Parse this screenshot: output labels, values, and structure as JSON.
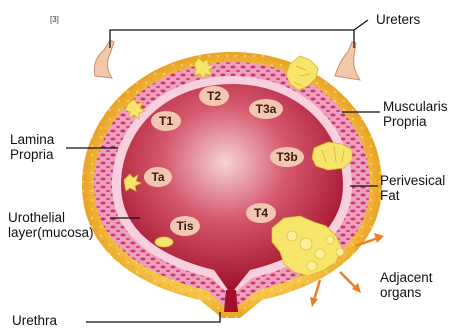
{
  "reference": "[3]",
  "stages": {
    "t1": "T1",
    "t2": "T2",
    "t3a": "T3a",
    "t3b": "T3b",
    "ta": "Ta",
    "t4": "T4",
    "tis": "Tis"
  },
  "labels": {
    "ureters": "Ureters",
    "muscularis": [
      "Muscularis",
      "Propria"
    ],
    "lamina": [
      "Lamina",
      "Propria"
    ],
    "perivesical": [
      "Perivesical",
      "Fat"
    ],
    "urothelial": [
      "Urothelial",
      "layer(mucosa)"
    ],
    "adjacent": [
      "Adjacent",
      "organs"
    ],
    "urethra": "Urethra"
  },
  "colors": {
    "fat": "#f2b233",
    "muscle": "#e893b4",
    "lamina": "#f7c7d6",
    "lumen_center": "#f3c6c8",
    "lumen_edge": "#a2102b",
    "tumor": "#f7e46a",
    "arrow": "#ef7d22"
  }
}
